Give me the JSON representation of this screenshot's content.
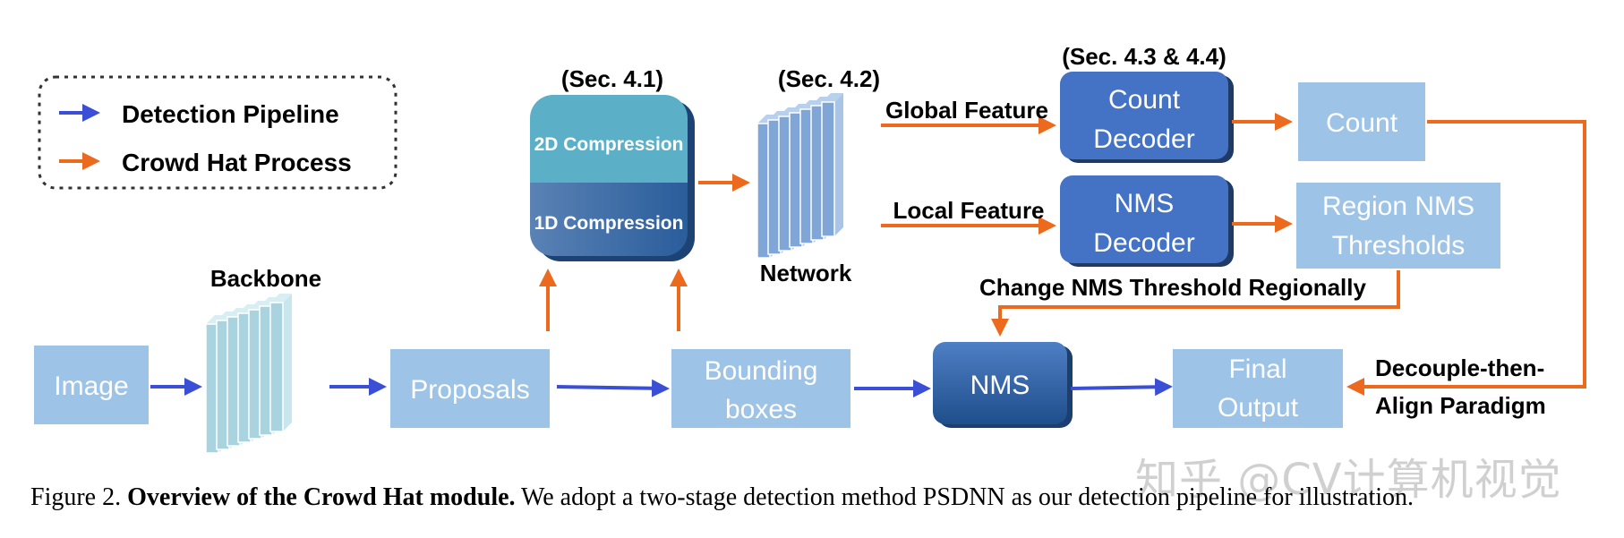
{
  "legend": {
    "detection": "Detection Pipeline",
    "crowd": "Crowd Hat Process"
  },
  "nodes": {
    "image": "Image",
    "backbone": "Backbone",
    "proposals": "Proposals",
    "bbox_line1": "Bounding",
    "bbox_line2": "boxes",
    "nms": "NMS",
    "final_line1": "Final",
    "final_line2": "Output",
    "compression_top": "2D Compression",
    "compression_bottom": "1D Compression",
    "network": "Network",
    "count_decoder_line1": "Count",
    "count_decoder_line2": "Decoder",
    "nms_decoder_line1": "NMS",
    "nms_decoder_line2": "Decoder",
    "count": "Count",
    "region_line1": "Region NMS",
    "region_line2": "Thresholds"
  },
  "sections": {
    "sec41": "(Sec. 4.1)",
    "sec42": "(Sec. 4.2)",
    "sec4344": "(Sec. 4.3 & 4.4)"
  },
  "edge_labels": {
    "global": "Global Feature",
    "local": "Local Feature",
    "change": "Change NMS Threshold Regionally",
    "decouple_line1": "Decouple-then-",
    "decouple_line2": "Align Paradigm"
  },
  "caption": {
    "prefix": "Figure 2.",
    "title": "Overview of the Crowd Hat module.",
    "body": "We adopt a two-stage detection method PSDNN as our detection pipeline for illustration."
  },
  "watermark": "知乎 @CV计算机视觉",
  "colors": {
    "detection_arrow": "#3a4fd6",
    "crowd_arrow": "#ec6a1e",
    "light_box": "#9dc3e6",
    "decoder": "#4472c4",
    "nms_dark": "#2f5597",
    "teal": "#5bb0c8"
  }
}
